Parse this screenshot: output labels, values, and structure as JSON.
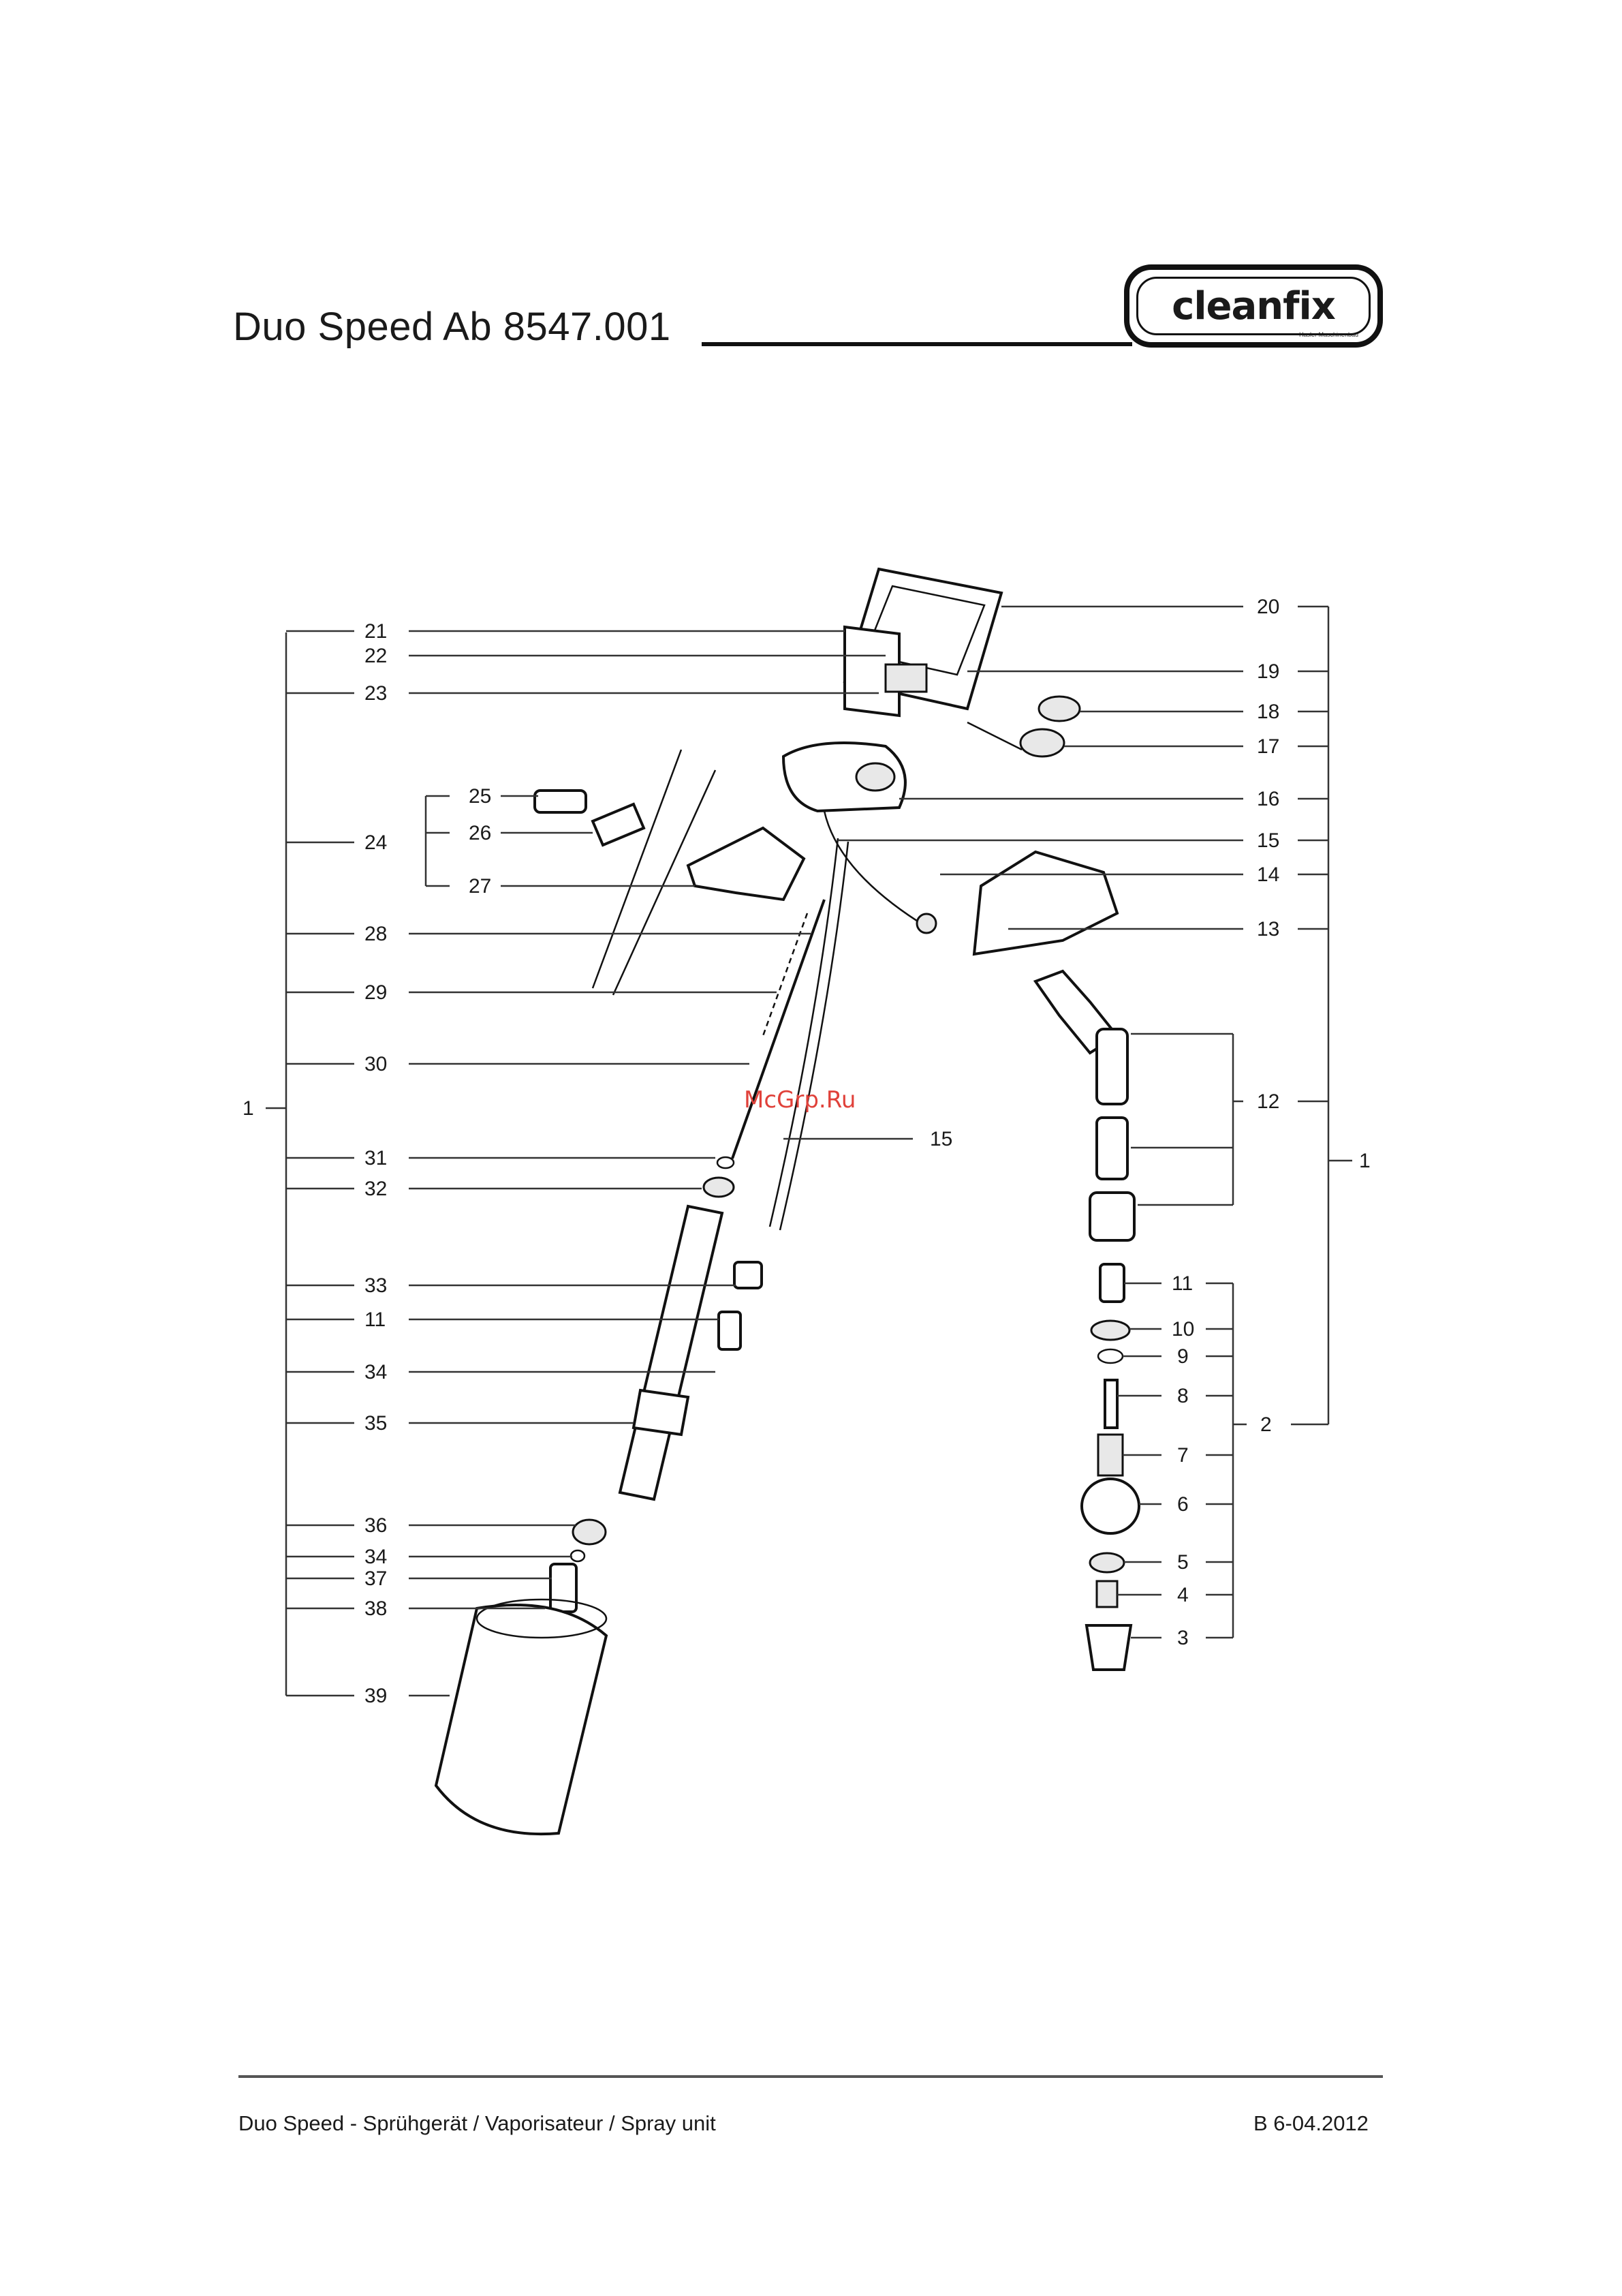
{
  "header": {
    "title": "Duo Speed Ab 8547.001",
    "logo_text": "cleanfix",
    "logo_sub": "Hasler Maschinenbau"
  },
  "watermark": "McGrp.Ru",
  "footer": {
    "left": "Duo Speed - Sprühgerät / Vaporisateur / Spray unit",
    "right": "B 6-04.2012"
  },
  "labels": {
    "left": [
      "21",
      "22",
      "23",
      "24",
      "25",
      "26",
      "27",
      "28",
      "29",
      "30",
      "31",
      "32",
      "33",
      "11",
      "34",
      "35",
      "36",
      "34",
      "37",
      "38",
      "39"
    ],
    "left_group": "1",
    "right": [
      "20",
      "19",
      "18",
      "17",
      "16",
      "15",
      "14",
      "13",
      "12"
    ],
    "right_group": "1",
    "middle": "15",
    "lower_right": [
      "11",
      "10",
      "9",
      "8",
      "7",
      "6",
      "5",
      "4",
      "3"
    ],
    "lower_group": "2"
  },
  "colors": {
    "ink": "#111111",
    "watermark": "#e0413a"
  }
}
